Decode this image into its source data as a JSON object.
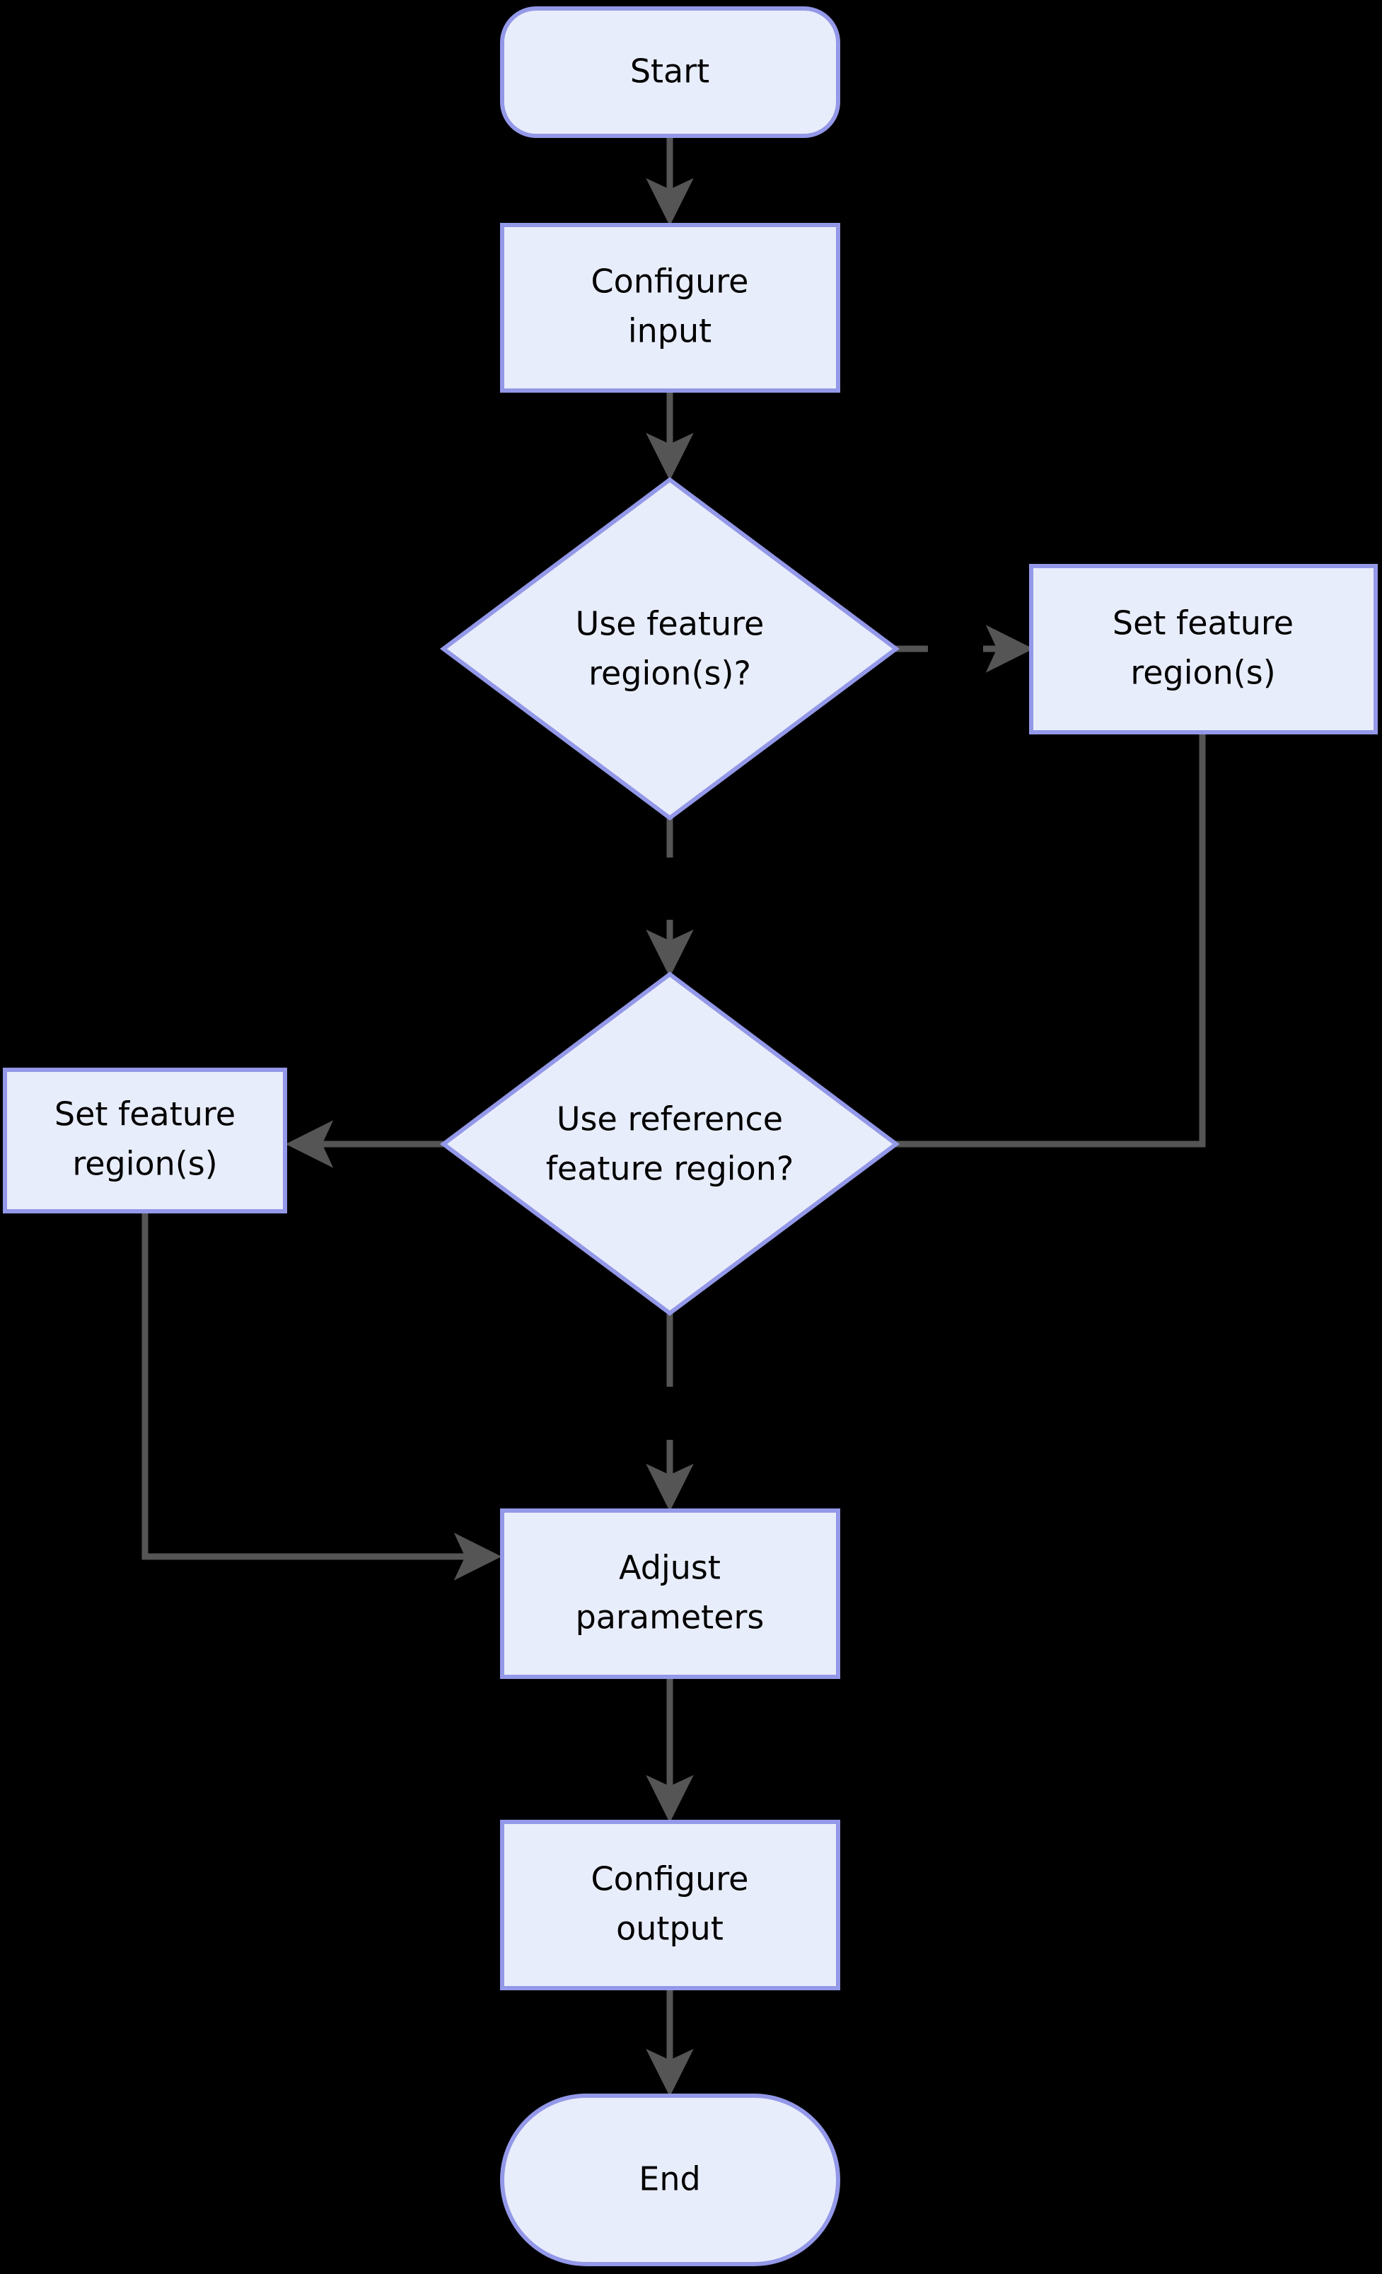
{
  "diagram": {
    "title": "Configuration workflow flowchart",
    "type": "flowchart",
    "direction": "top-to-bottom",
    "background_color": "#000000",
    "node_fill_color": "#e8edfb",
    "node_border_color": "#9398e8",
    "node_text_color": "#000000",
    "edge_color": "#555555",
    "nodes": [
      {
        "id": "start",
        "label": "Start",
        "shape": "stadium"
      },
      {
        "id": "cfg_in",
        "label": "Configure\ninput",
        "shape": "rectangle",
        "line1": "Configure",
        "line2": "input"
      },
      {
        "id": "dec_feature",
        "label": "Use feature\nregion(s)?",
        "shape": "diamond",
        "line1": "Use feature",
        "line2": "region(s)?"
      },
      {
        "id": "set_feat_r",
        "label": "Set feature\nregion(s)",
        "shape": "rectangle",
        "line1": "Set feature",
        "line2": "region(s)"
      },
      {
        "id": "dec_ref",
        "label": "Use reference\nfeature region?",
        "shape": "diamond",
        "line1": "Use reference",
        "line2": "feature region?"
      },
      {
        "id": "set_feat_l",
        "label": "Set feature\nregion(s)",
        "shape": "rectangle",
        "line1": "Set feature",
        "line2": "region(s)"
      },
      {
        "id": "adjust",
        "label": "Adjust\nparameters",
        "shape": "rectangle",
        "line1": "Adjust",
        "line2": "parameters"
      },
      {
        "id": "cfg_out",
        "label": "Configure\noutput",
        "shape": "rectangle",
        "line1": "Configure",
        "line2": "output"
      },
      {
        "id": "end",
        "label": "End",
        "shape": "stadium"
      }
    ],
    "edges": [
      {
        "from": "start",
        "to": "cfg_in",
        "label": ""
      },
      {
        "from": "cfg_in",
        "to": "dec_feature",
        "label": ""
      },
      {
        "from": "dec_feature",
        "to": "set_feat_r",
        "label": ""
      },
      {
        "from": "dec_feature",
        "to": "dec_ref",
        "label": ""
      },
      {
        "from": "set_feat_r",
        "to": "dec_ref",
        "label": ""
      },
      {
        "from": "dec_ref",
        "to": "set_feat_l",
        "label": ""
      },
      {
        "from": "dec_ref",
        "to": "adjust",
        "label": ""
      },
      {
        "from": "set_feat_l",
        "to": "adjust",
        "label": ""
      },
      {
        "from": "adjust",
        "to": "cfg_out",
        "label": ""
      },
      {
        "from": "cfg_out",
        "to": "end",
        "label": ""
      }
    ]
  }
}
